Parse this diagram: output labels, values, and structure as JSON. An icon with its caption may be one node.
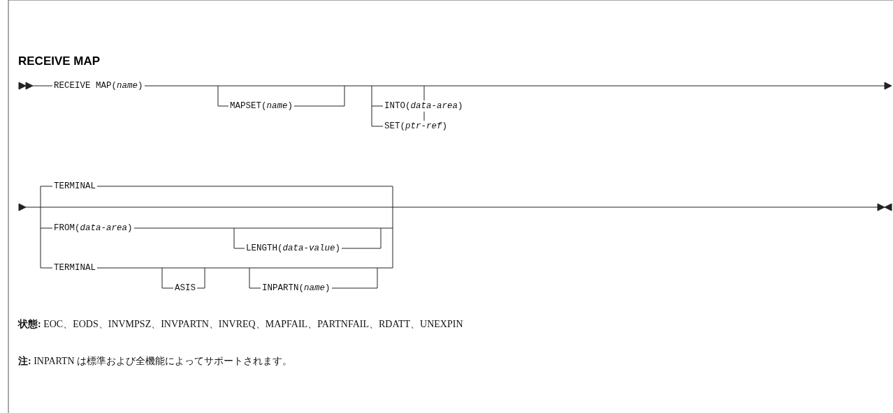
{
  "diagram": {
    "title": "RECEIVE MAP",
    "labels": [
      "RECEIVE MAP(*name*)",
      "MAPSET(*name*)",
      "INTO(*data-area*)",
      "SET(*ptr-ref*)",
      "TERMINAL",
      "FROM(*data-area*)",
      "LENGTH(*data-value*)",
      "TERMINAL",
      "ASIS",
      "INPARTN(*name*)",
      "**状態:** EOC、EODS、INVMPSZ、INVPARTN、INVREQ、MAPFAIL、PARTNFAIL、RDATT、UNEXPIN",
      "**注:** INPARTN は標準および全機能によってサポートされます。"
    ]
  }
}
